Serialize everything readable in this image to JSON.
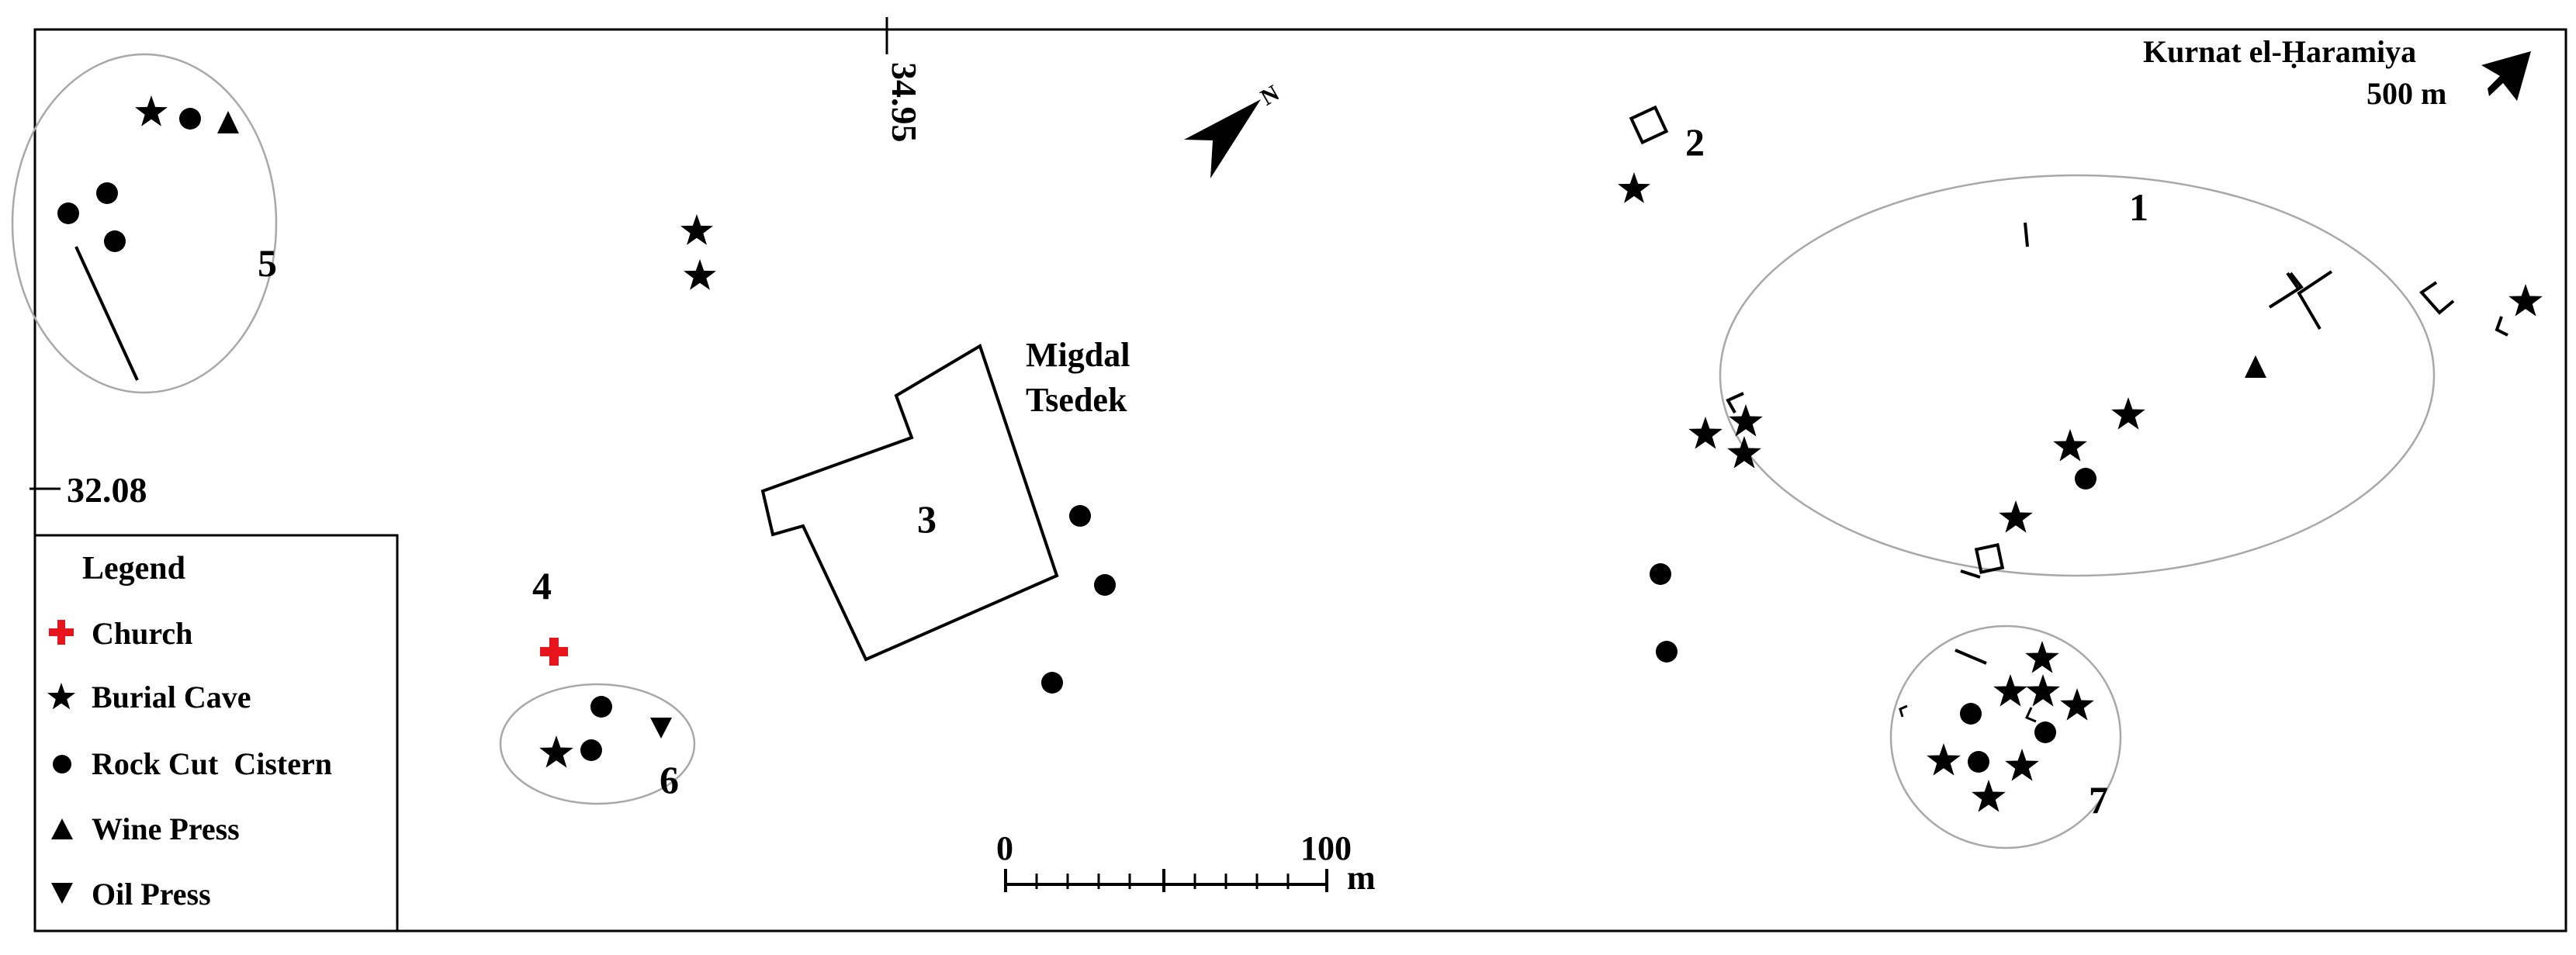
{
  "coordinates": {
    "longitude_label": "34.95",
    "latitude_label": "32.08"
  },
  "north_arrow": {
    "label": "N"
  },
  "offmap_reference": {
    "name": "Kurnat el-Ḥaramiya",
    "distance": "500 m"
  },
  "site_labels": {
    "migdal_line1": "Migdal",
    "migdal_line2": "Tsedek",
    "area_1": "1",
    "area_2": "2",
    "area_3": "3",
    "area_4": "4",
    "area_5": "5",
    "area_6": "6",
    "area_7": "7"
  },
  "scale_bar": {
    "start": "0",
    "end": "100",
    "unit": "m"
  },
  "legend": {
    "title": "Legend",
    "items": [
      {
        "symbol": "church",
        "label": "Church",
        "color": "#e8141b"
      },
      {
        "symbol": "star",
        "label": "Burial Cave",
        "color": "#000000"
      },
      {
        "symbol": "circle",
        "label": "Rock Cut  Cistern",
        "color": "#000000"
      },
      {
        "symbol": "triangle-up",
        "label": "Wine Press",
        "color": "#000000"
      },
      {
        "symbol": "triangle-down",
        "label": "Oil Press",
        "color": "#000000"
      }
    ]
  },
  "colors": {
    "church": "#e8141b",
    "ink": "#000000",
    "area_outline": "#a8a8a8"
  }
}
